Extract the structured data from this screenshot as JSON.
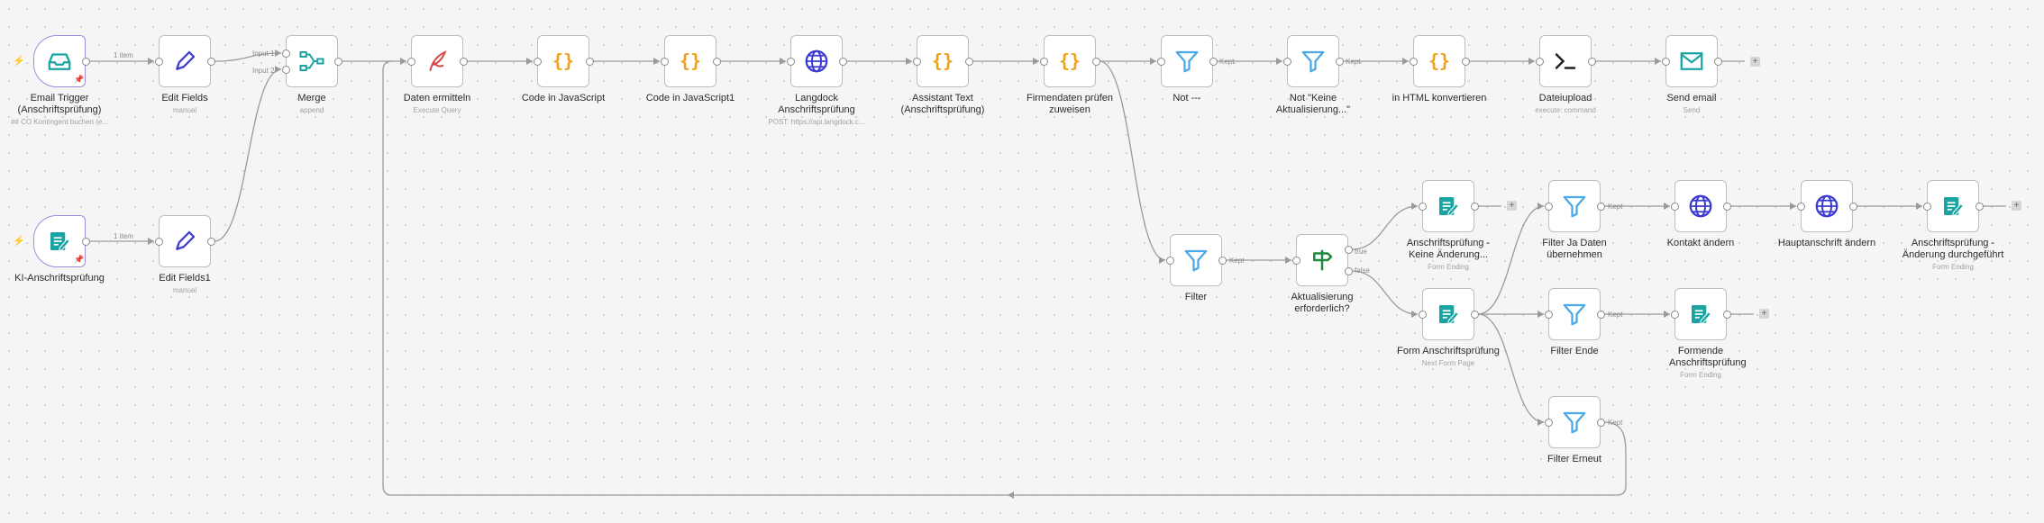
{
  "nodes": [
    {
      "id": "email-trigger",
      "label": "Email Trigger (Anschriftsprüfung)",
      "sub": "## CO Kontingent buchen (e...",
      "icon": "inbox-icon"
    },
    {
      "id": "edit-fields",
      "label": "Edit Fields",
      "sub": "manual",
      "icon": "pencil-icon"
    },
    {
      "id": "merge",
      "label": "Merge",
      "sub": "append",
      "icon": "merge-icon"
    },
    {
      "id": "daten-ermitteln",
      "label": "Daten ermitteln",
      "sub": "Execute Query",
      "icon": "database-feather-icon"
    },
    {
      "id": "code-js",
      "label": "Code in JavaScript",
      "sub": "",
      "icon": "code-braces-icon"
    },
    {
      "id": "code-js1",
      "label": "Code in JavaScript1",
      "sub": "",
      "icon": "code-braces-icon"
    },
    {
      "id": "langdock",
      "label": "Langdock Anschriftsprüfung",
      "sub": "POST: https://api.langdock.c...",
      "icon": "globe-icon"
    },
    {
      "id": "assistant-text",
      "label": "Assistant Text (Anschriftsprüfung)",
      "sub": "",
      "icon": "code-braces-icon"
    },
    {
      "id": "firmendaten",
      "label": "Firmendaten prüfen zuweisen",
      "sub": "",
      "icon": "code-braces-icon"
    },
    {
      "id": "not-dash",
      "label": "Not ---",
      "sub": "",
      "icon": "filter-icon"
    },
    {
      "id": "not-keine",
      "label": "Not \"Keine Aktualisierung...\"",
      "sub": "",
      "icon": "filter-icon"
    },
    {
      "id": "html-konv",
      "label": "in HTML konvertieren",
      "sub": "",
      "icon": "code-braces-icon"
    },
    {
      "id": "dateiupload",
      "label": "Dateiupload",
      "sub": "execute: command",
      "icon": "terminal-icon"
    },
    {
      "id": "send-email",
      "label": "Send email",
      "sub": "Send",
      "icon": "mail-icon"
    },
    {
      "id": "ki-trigger",
      "label": "KI-Anschriftsprüfung",
      "sub": "",
      "icon": "form-icon"
    },
    {
      "id": "edit-fields1",
      "label": "Edit Fields1",
      "sub": "manual",
      "icon": "pencil-icon"
    },
    {
      "id": "filter",
      "label": "Filter",
      "sub": "",
      "icon": "filter-icon"
    },
    {
      "id": "aktualisierung",
      "label": "Aktualisierung erforderlich?",
      "sub": "",
      "icon": "signpost-icon"
    },
    {
      "id": "anschr-keine",
      "label": "Anschriftsprüfung - Keine Änderung...",
      "sub": "Form Ending",
      "icon": "form-icon"
    },
    {
      "id": "form-anschr",
      "label": "Form Anschriftsprüfung",
      "sub": "Next Form Page",
      "icon": "form-icon"
    },
    {
      "id": "filter-ja",
      "label": "Filter Ja Daten übernehmen",
      "sub": "",
      "icon": "filter-icon"
    },
    {
      "id": "kontakt",
      "label": "Kontakt ändern",
      "sub": "",
      "icon": "globe-icon"
    },
    {
      "id": "hauptanschrift",
      "label": "Hauptanschrift ändern",
      "sub": "",
      "icon": "globe-icon"
    },
    {
      "id": "anschr-durch",
      "label": "Anschriftsprüfung - Änderung durchgeführt",
      "sub": "Form Ending",
      "icon": "form-icon"
    },
    {
      "id": "filter-ende",
      "label": "Filter Ende",
      "sub": "",
      "icon": "filter-icon"
    },
    {
      "id": "formende",
      "label": "Formende Anschriftsprüfung",
      "sub": "Form Ending",
      "icon": "form-icon"
    },
    {
      "id": "filter-erneut",
      "label": "Filter Erneut",
      "sub": "",
      "icon": "filter-icon"
    }
  ],
  "edge_labels": {
    "one_item_a": "1 item",
    "one_item_b": "1 item",
    "input1": "Input 1",
    "input2": "Input 2",
    "kept": "Kept",
    "true": "true",
    "false": "false"
  },
  "colors": {
    "trigger_border": "#9a8fd6",
    "form_teal": "#1aa3a3",
    "code_orange": "#f0a11c",
    "filter_blue": "#4aa8e8",
    "globe_blue": "#3b3bd1",
    "signpost_green": "#1f8a3b",
    "edge_gray": "#9a9a9a"
  }
}
